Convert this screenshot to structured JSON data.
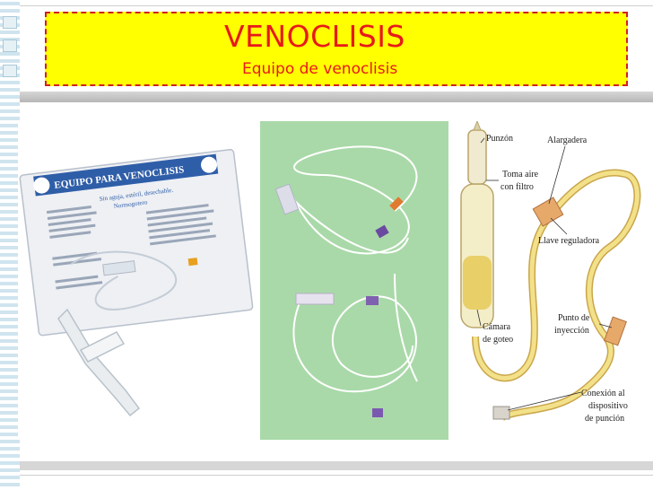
{
  "slide": {
    "title": "VENOCLISIS",
    "subtitle": "Equipo de venoclisis"
  },
  "package": {
    "brand": "EQUIPO PARA VENOCLISIS",
    "line1": "Sin aguja, estéril, desechable.",
    "line2": "Normogotero"
  },
  "diagram": {
    "labels": {
      "punzon": "Punzón",
      "alargadera": "Alargadera",
      "toma_aire_1": "Toma aire",
      "toma_aire_2": "con filtro",
      "llave": "Llave reguladora",
      "camara_1": "Cámara",
      "camara_2": "de goteo",
      "punto_1": "Punto de",
      "punto_2": "inyección",
      "conexion_1": "Conexión al",
      "conexion_2": "dispositivo",
      "conexion_3": "de punción"
    }
  },
  "colors": {
    "header_bg": "#ffff00",
    "title": "#e8191a",
    "photo_bg": "#a9d9a8"
  }
}
